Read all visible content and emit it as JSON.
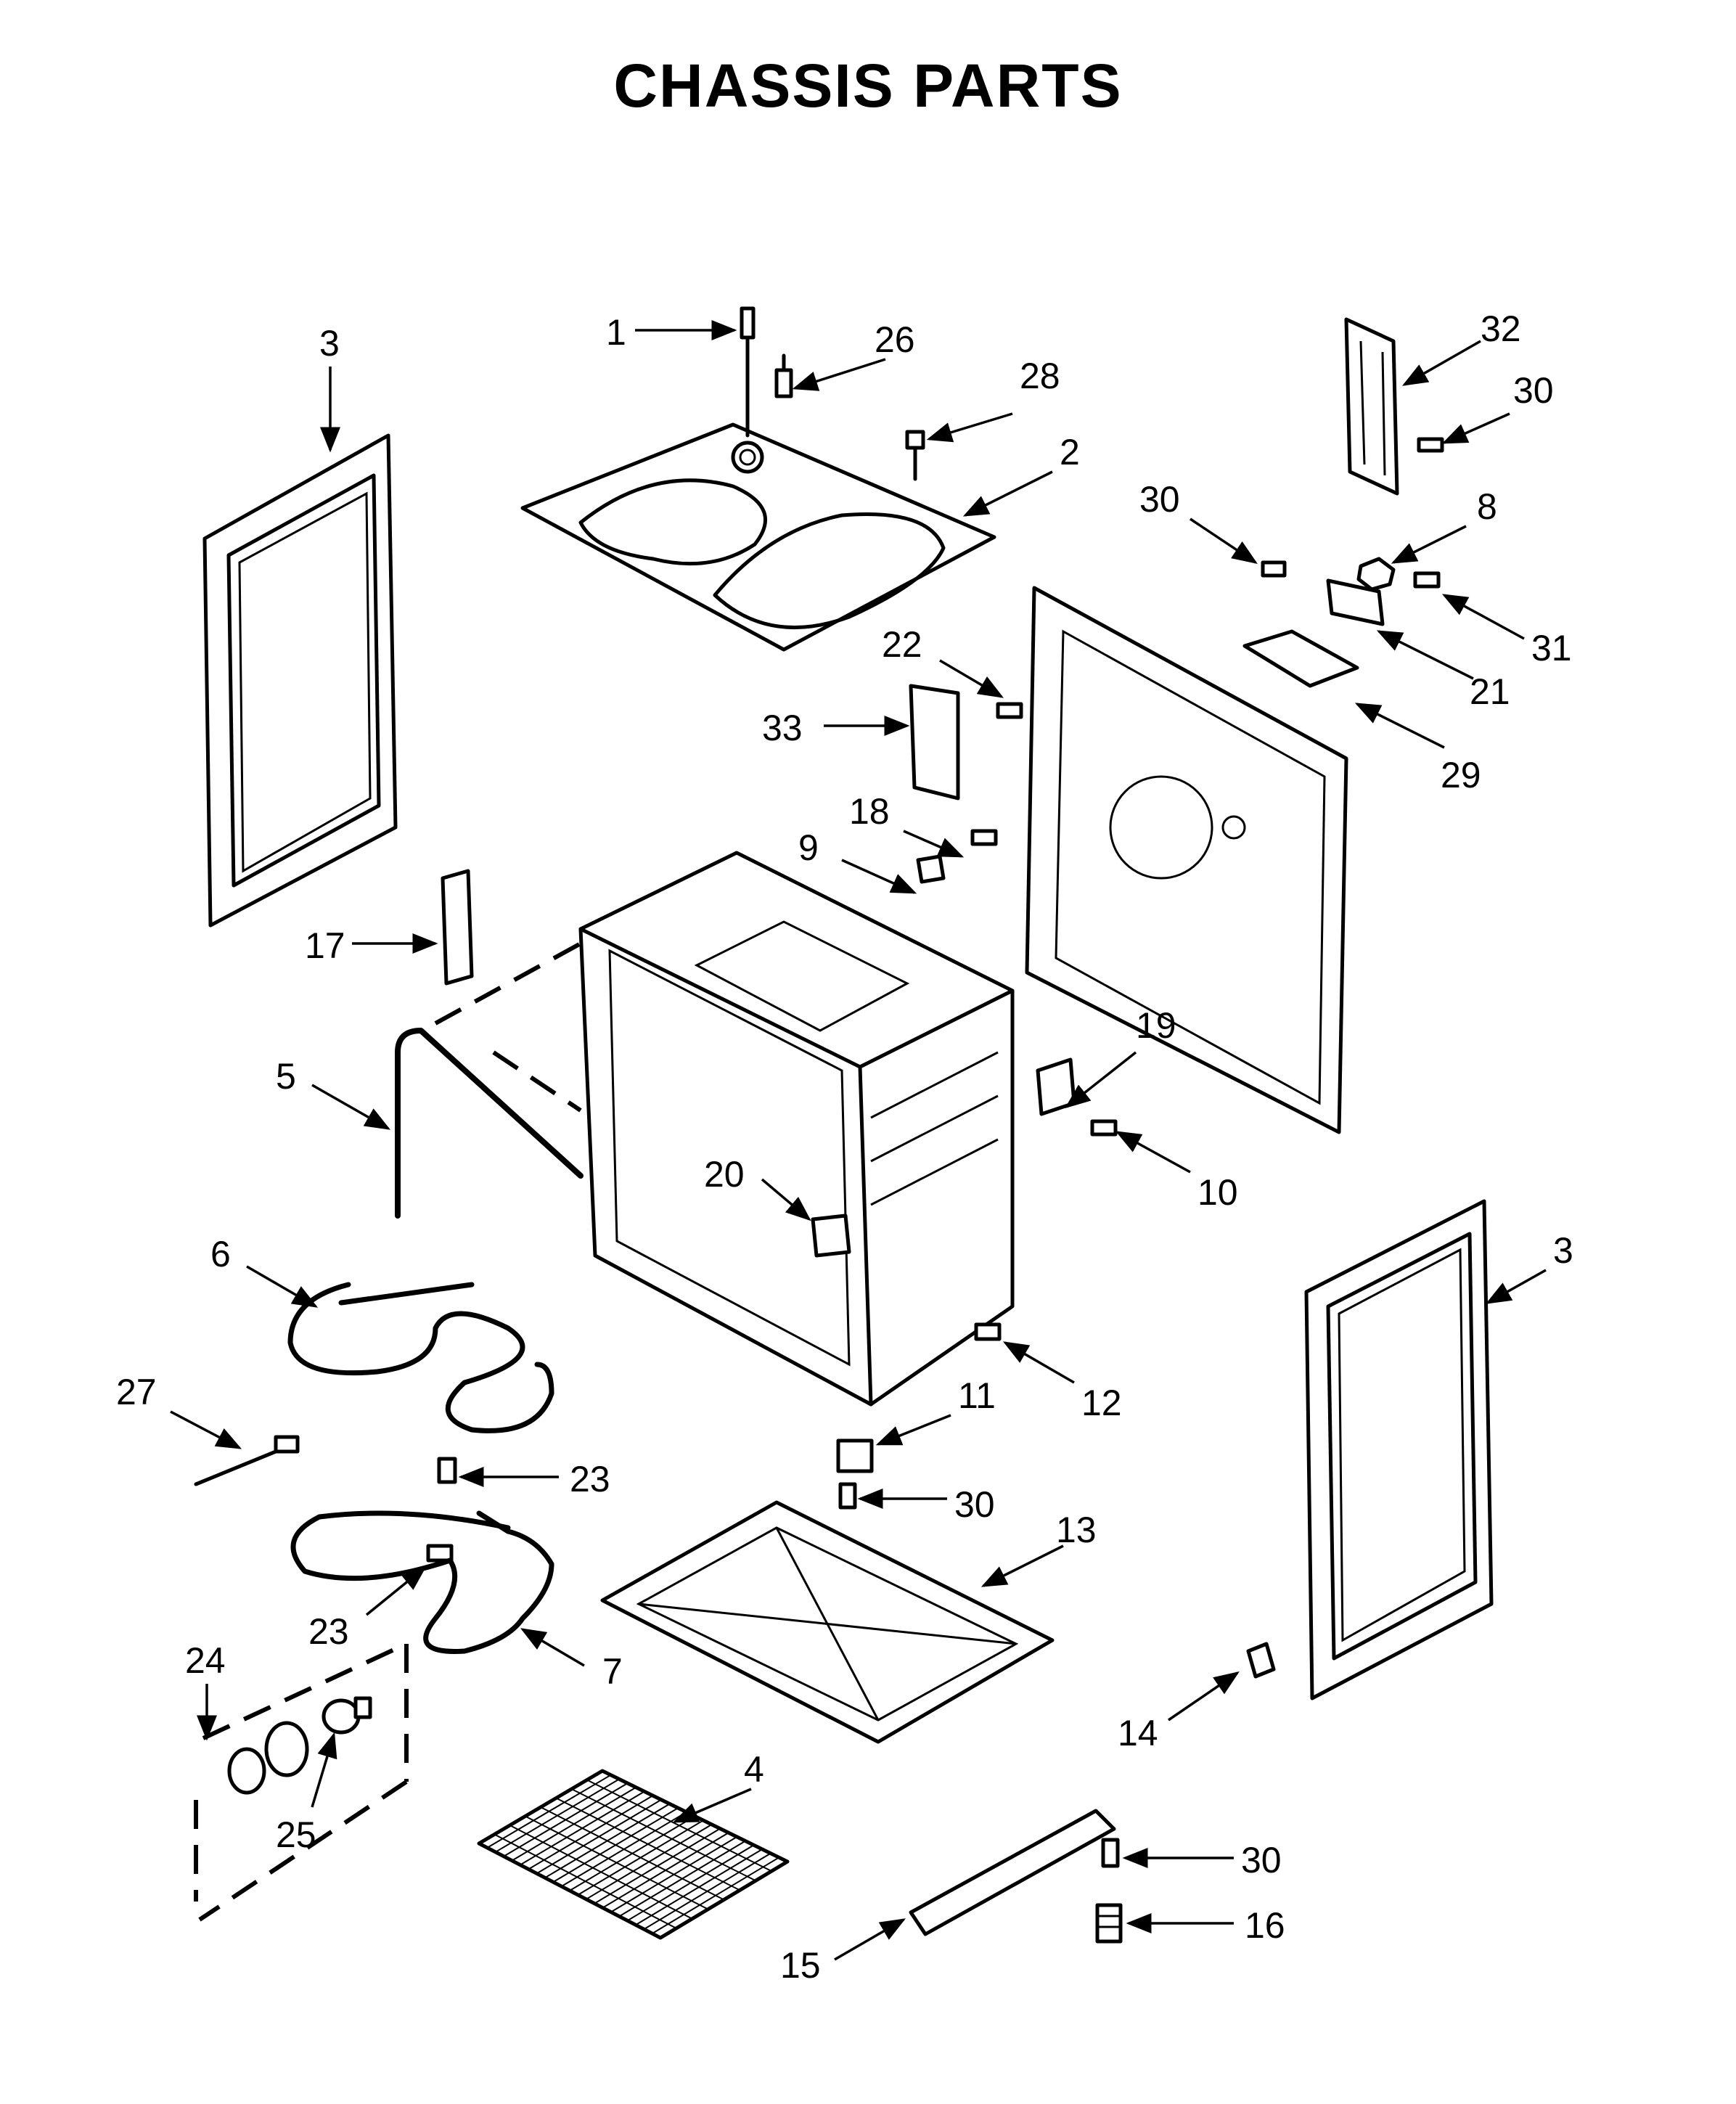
{
  "title": "CHASSIS PARTS",
  "callouts": [
    {
      "id": "c1",
      "text": "1"
    },
    {
      "id": "c2",
      "text": "2"
    },
    {
      "id": "c3a",
      "text": "3"
    },
    {
      "id": "c3b",
      "text": "3"
    },
    {
      "id": "c4",
      "text": "4"
    },
    {
      "id": "c5",
      "text": "5"
    },
    {
      "id": "c6",
      "text": "6"
    },
    {
      "id": "c7",
      "text": "7"
    },
    {
      "id": "c8",
      "text": "8"
    },
    {
      "id": "c9",
      "text": "9"
    },
    {
      "id": "c10",
      "text": "10"
    },
    {
      "id": "c11",
      "text": "11"
    },
    {
      "id": "c12",
      "text": "12"
    },
    {
      "id": "c13",
      "text": "13"
    },
    {
      "id": "c14",
      "text": "14"
    },
    {
      "id": "c15",
      "text": "15"
    },
    {
      "id": "c16",
      "text": "16"
    },
    {
      "id": "c17",
      "text": "17"
    },
    {
      "id": "c18",
      "text": "18"
    },
    {
      "id": "c19",
      "text": "19"
    },
    {
      "id": "c20",
      "text": "20"
    },
    {
      "id": "c21",
      "text": "21"
    },
    {
      "id": "c22",
      "text": "22"
    },
    {
      "id": "c23a",
      "text": "23"
    },
    {
      "id": "c23b",
      "text": "23"
    },
    {
      "id": "c24",
      "text": "24"
    },
    {
      "id": "c25",
      "text": "25"
    },
    {
      "id": "c26",
      "text": "26"
    },
    {
      "id": "c27",
      "text": "27"
    },
    {
      "id": "c28",
      "text": "28"
    },
    {
      "id": "c29",
      "text": "29"
    },
    {
      "id": "c30a",
      "text": "30"
    },
    {
      "id": "c30b",
      "text": "30"
    },
    {
      "id": "c30c",
      "text": "30"
    },
    {
      "id": "c30d",
      "text": "30"
    },
    {
      "id": "c31",
      "text": "31"
    },
    {
      "id": "c32",
      "text": "32"
    },
    {
      "id": "c33",
      "text": "33"
    }
  ]
}
